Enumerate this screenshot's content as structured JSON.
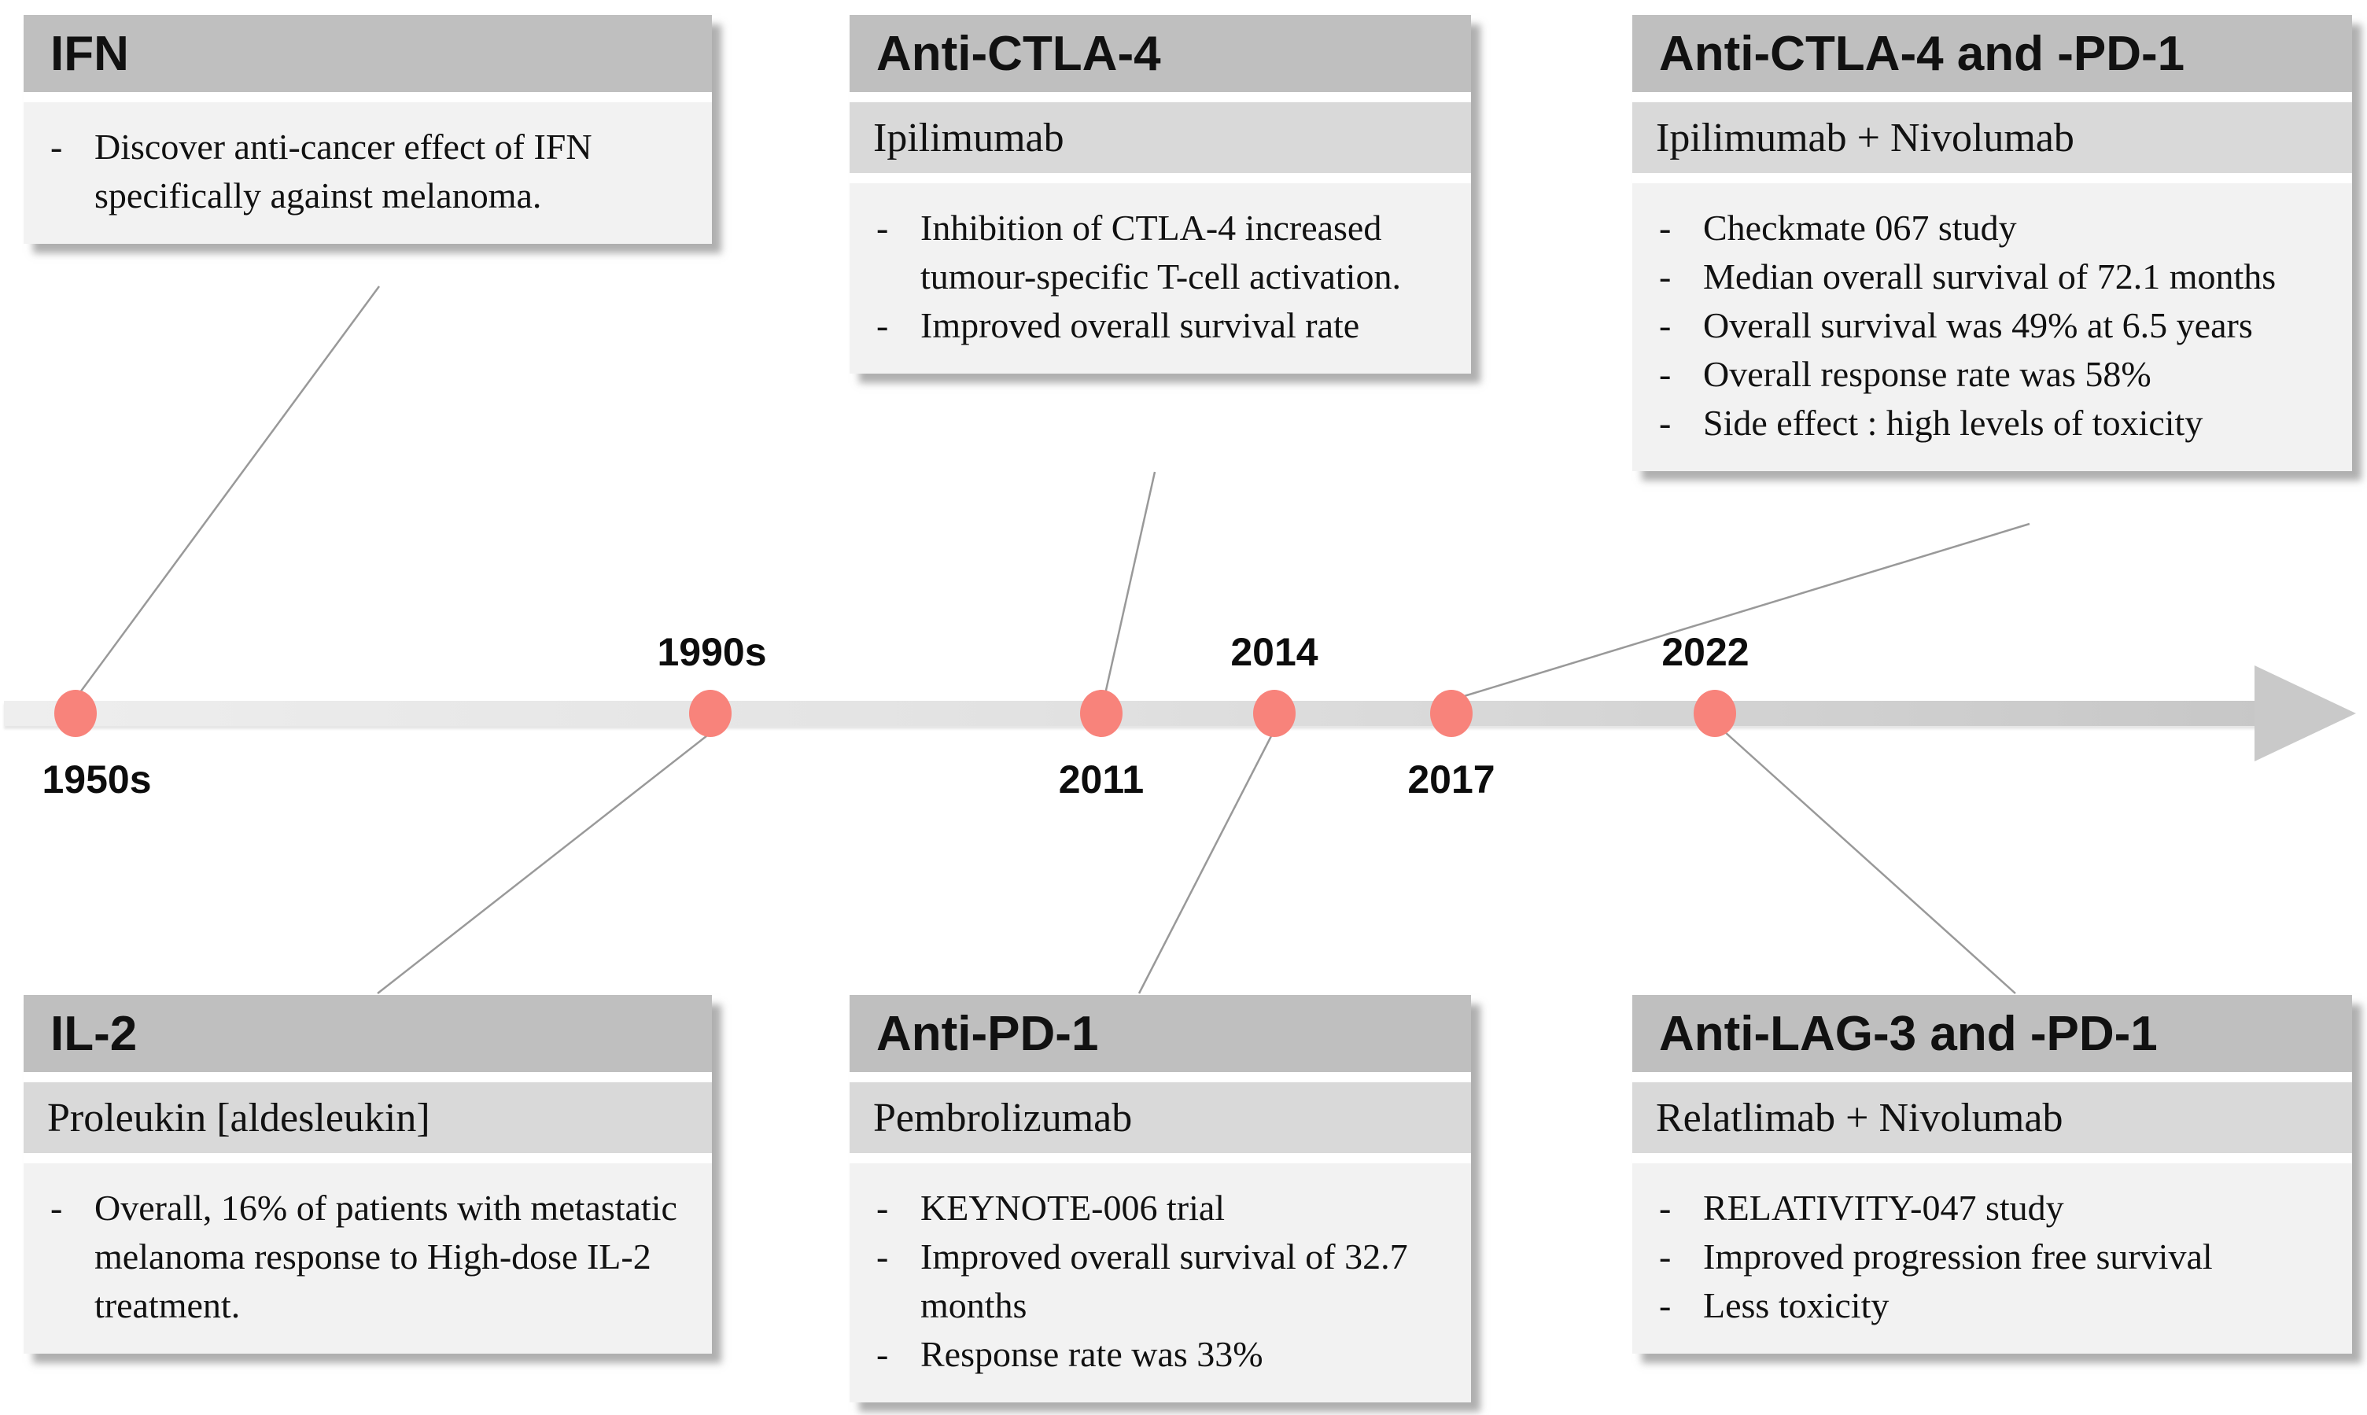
{
  "page": {
    "background_color": "#ffffff",
    "description": "Timeline of melanoma immunotherapy milestones"
  },
  "ui": {
    "bullet_marker": "-"
  },
  "timeline": {
    "direction": "left-to-right",
    "bar_color_left": "#eeeeee",
    "bar_color_right": "#c7c7c7",
    "arrow_color": "#c9c9c9",
    "dot_color": "#f8837b",
    "connector_color": "#999999",
    "header_color": "#bfbfbf",
    "subtitle_color": "#d9d9d9",
    "body_color": "#f2f2f2"
  },
  "years": [
    {
      "label": "1950s",
      "position": "below"
    },
    {
      "label": "1990s",
      "position": "above"
    },
    {
      "label": "2011",
      "position": "below"
    },
    {
      "label": "2014",
      "position": "above"
    },
    {
      "label": "2017",
      "position": "below"
    },
    {
      "label": "2022",
      "position": "above"
    }
  ],
  "boxes": [
    {
      "title": "IFN",
      "subtitle": "",
      "bullets": [
        "Discover anti-cancer effect of IFN specifically against melanoma."
      ]
    },
    {
      "title": "Anti-CTLA-4",
      "subtitle": "Ipilimumab",
      "bullets": [
        "Inhibition of CTLA-4 increased tumour-specific T-cell activation.",
        "Improved overall survival rate"
      ]
    },
    {
      "title": "Anti-CTLA-4 and -PD-1",
      "subtitle": "Ipilimumab + Nivolumab",
      "bullets": [
        "Checkmate 067 study",
        "Median overall survival of 72.1 months",
        "Overall survival was 49% at 6.5 years",
        "Overall response rate was 58%",
        "Side effect : high levels of toxicity"
      ]
    },
    {
      "title": "IL-2",
      "subtitle": "Proleukin [aldesleukin]",
      "bullets": [
        "Overall, 16% of patients with metastatic melanoma response to High-dose IL-2 treatment."
      ]
    },
    {
      "title": "Anti-PD-1",
      "subtitle": "Pembrolizumab",
      "bullets": [
        "KEYNOTE-006 trial",
        "Improved overall survival of 32.7 months",
        "Response rate was 33%"
      ]
    },
    {
      "title": "Anti-LAG-3 and -PD-1",
      "subtitle": "Relatlimab + Nivolumab",
      "bullets": [
        "RELATIVITY-047 study",
        "Improved progression free survival",
        "Less toxicity"
      ]
    }
  ]
}
